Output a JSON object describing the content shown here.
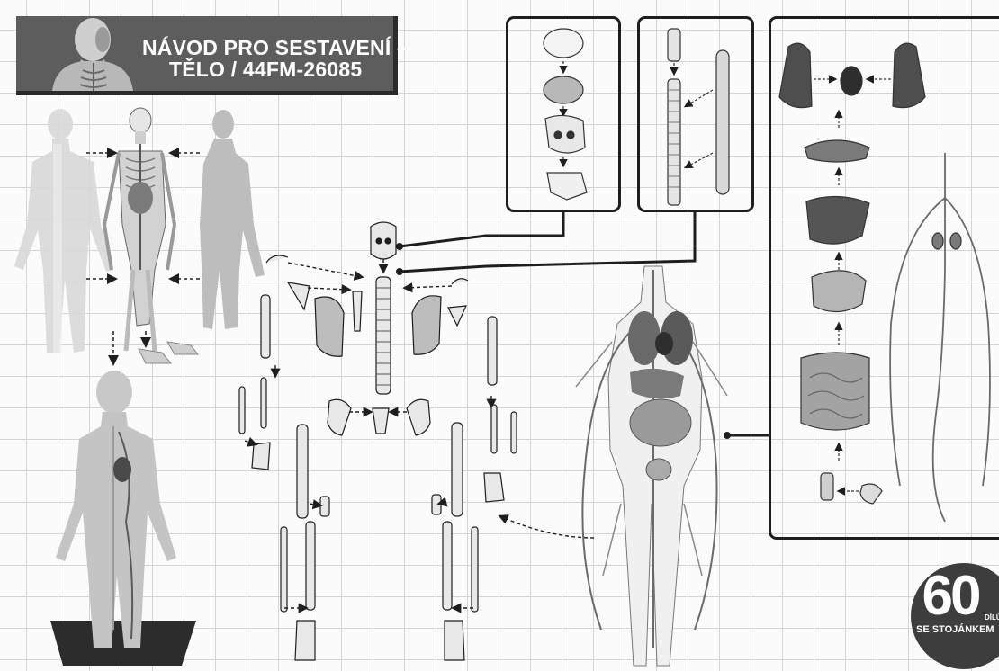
{
  "title": {
    "line1": "NÁVOD PRO SESTAVENÍ –",
    "line2": "TĚLO / 44FM-26085"
  },
  "badge": {
    "count": "60",
    "unit": "DÍLŮ",
    "caption": "SE STOJÁNKEM"
  },
  "colors": {
    "banner": "#5d5d5d",
    "badge": "#3d3d3d",
    "outline": "#1e1e1e",
    "bone": "#e8e8e8",
    "organ": "#8a8a8a",
    "grid": "#d4d4d4"
  }
}
